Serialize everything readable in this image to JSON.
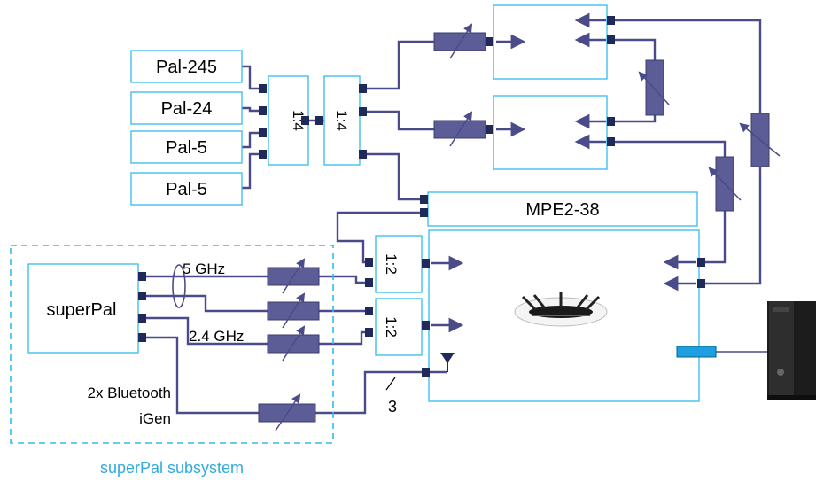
{
  "sources": [
    "Pal-245",
    "Pal-24",
    "Pal-5",
    "Pal-5"
  ],
  "splitters": {
    "s1": "1:4",
    "s2": "1:4",
    "s3": "1:2",
    "s4": "1:2"
  },
  "mpe_label": "MPE2-38",
  "superpal": {
    "label": "superPal",
    "freq_5": "5 GHz",
    "freq_24": "2.4 GHz",
    "bluetooth": "2x Bluetooth",
    "igen": "iGen",
    "subsystem": "superPal subsystem"
  },
  "count_label": "3",
  "colors": {
    "box_border": "#33bbee",
    "wire": "#4b4b8a",
    "attenuator": "#5c5c96",
    "subsystem_text": "#33aadd"
  }
}
